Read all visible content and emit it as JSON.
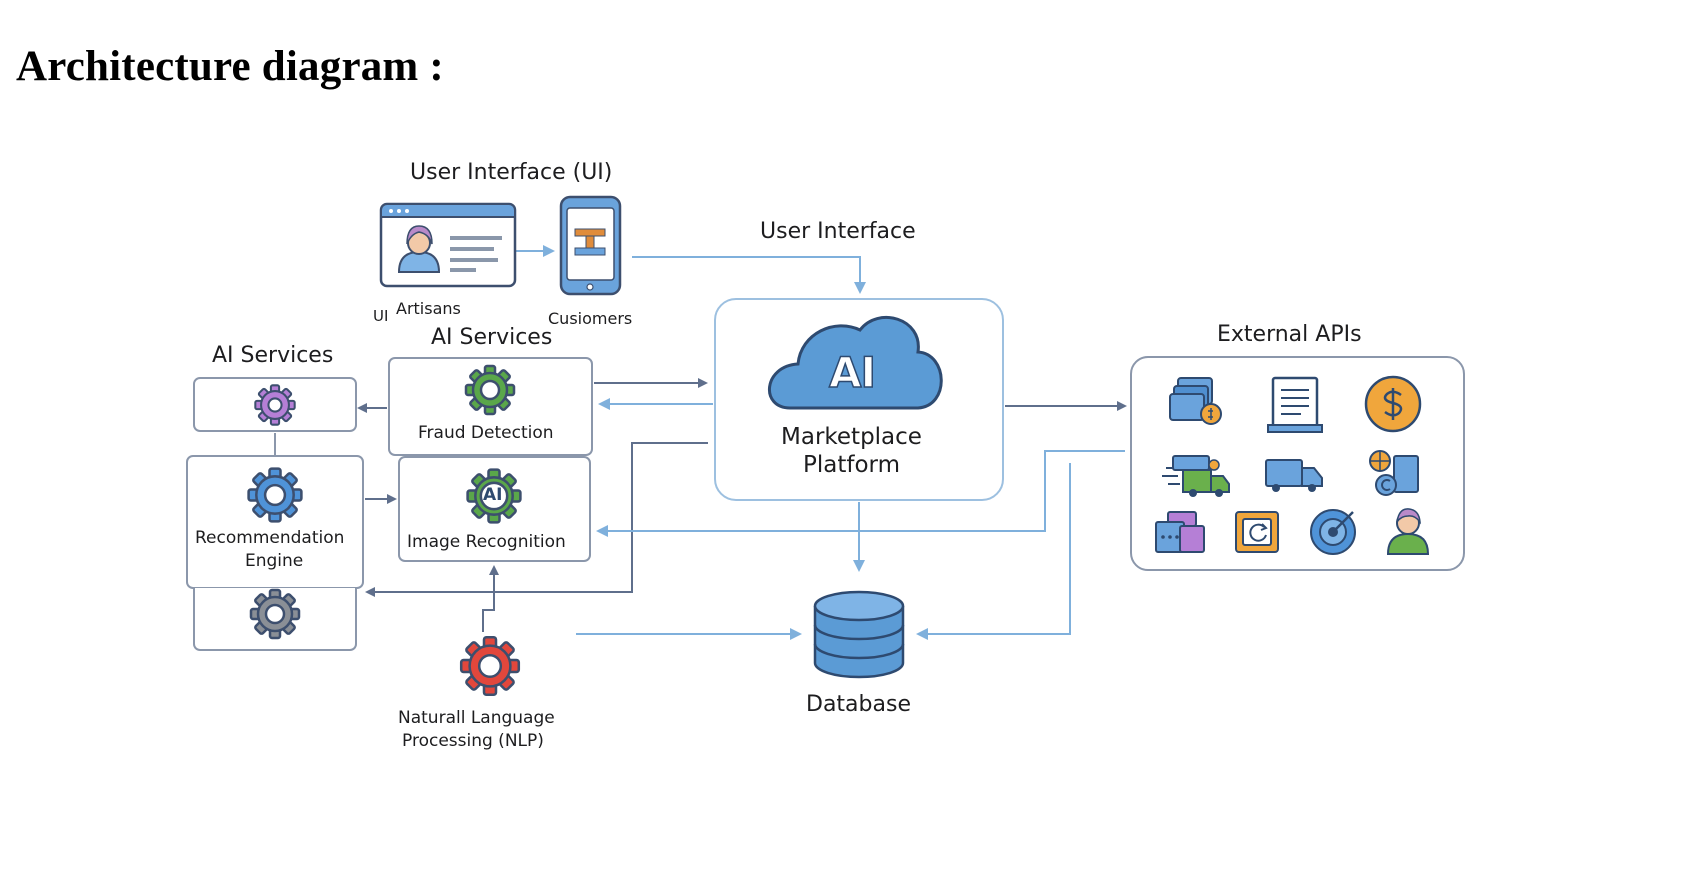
{
  "title": "Architecture diagram :",
  "diagram": {
    "ui_heading": "User Interface (UI)",
    "ui_flow_label": "User Interface",
    "artisans_prefix": "UI",
    "artisans_label": "Artisans",
    "customers_label": "Cusiomers",
    "ai_services_left_heading": "AI Services",
    "ai_services_center_heading": "AI Services",
    "fraud_detection_label": "Fraud Detection",
    "recommendation_engine_label_line1": "Recommendation",
    "recommendation_engine_label_line2": "Engine",
    "image_recognition_label": "Image Recognition",
    "image_recognition_badge": "AI",
    "nlp_label_line1": "Naturall Language",
    "nlp_label_line2": "Processing (NLP)",
    "cloud_badge": "AI",
    "platform_label_line1": "Marketplace",
    "platform_label_line2": "Platform",
    "database_label": "Database",
    "external_apis_heading": "External APIs"
  },
  "colors": {
    "gear_purple": "#b57fd6",
    "gear_green": "#5aa74a",
    "gear_blue": "#4f93d8",
    "gear_gray": "#8a8f96",
    "gear_red": "#e2473c",
    "cloud": "#5b9bd5",
    "database": "#5b9bd5",
    "arrow_dark": "#5f6f8c",
    "arrow_light": "#7fb0dc",
    "box_border": "#8b97ab"
  },
  "icons": {
    "ui_window": "browser-profile-icon",
    "ui_phone": "mobile-phone-icon",
    "cloud": "ai-cloud-icon",
    "database": "database-icon",
    "external": [
      "payment-cards-icon",
      "invoice-icon",
      "dollar-coin-icon",
      "delivery-truck-icon",
      "truck-icon",
      "location-package-icon",
      "chat-boxes-icon",
      "refresh-frame-icon",
      "target-icon",
      "user-icon"
    ]
  }
}
